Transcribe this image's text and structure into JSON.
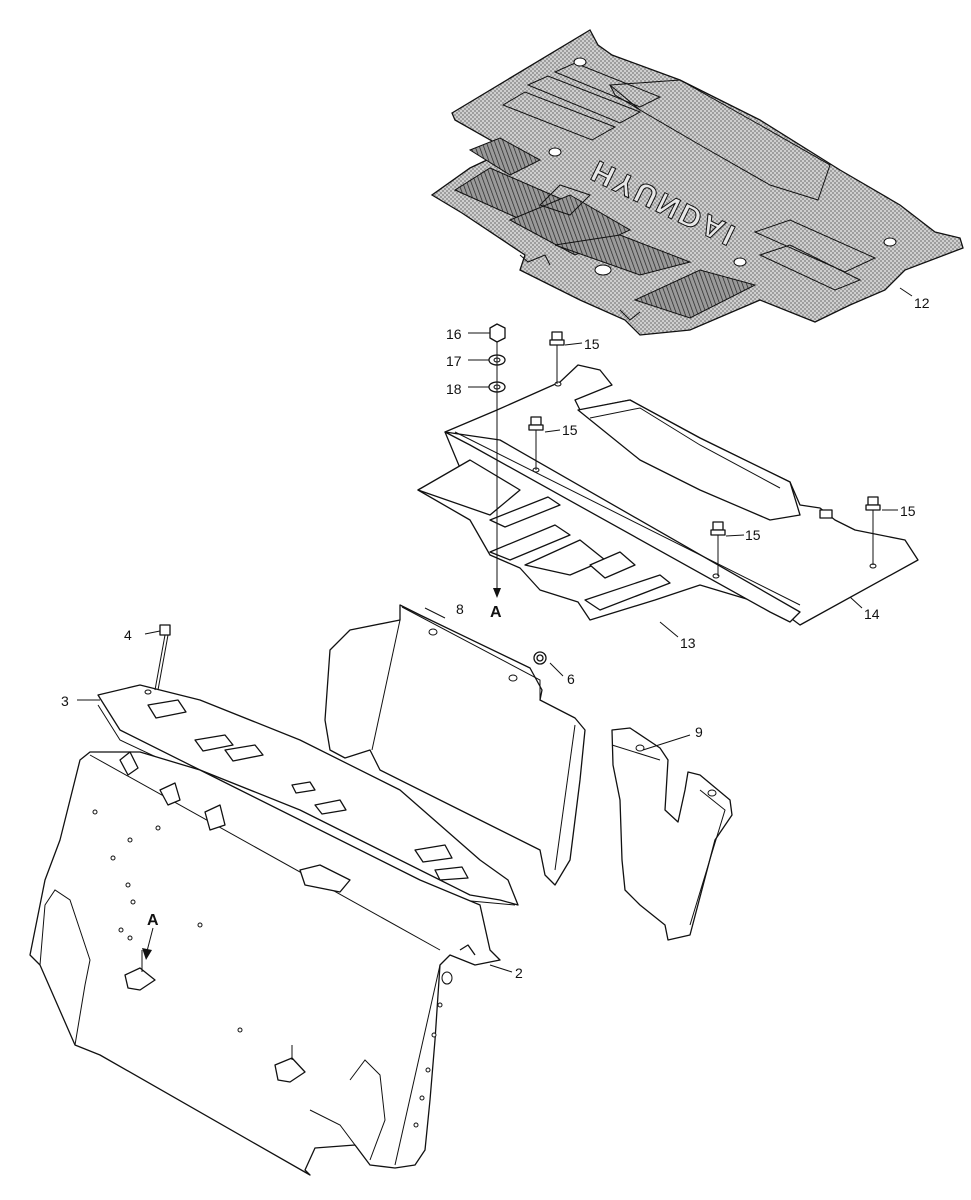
{
  "diagram": {
    "mat_lettering": "HYUNDAI",
    "callouts": [
      {
        "id": "c2",
        "text": "2"
      },
      {
        "id": "c3",
        "text": "3"
      },
      {
        "id": "c4",
        "text": "4"
      },
      {
        "id": "c6",
        "text": "6"
      },
      {
        "id": "c8",
        "text": "8"
      },
      {
        "id": "c9",
        "text": "9"
      },
      {
        "id": "c12",
        "text": "12"
      },
      {
        "id": "c13",
        "text": "13"
      },
      {
        "id": "c14",
        "text": "14"
      },
      {
        "id": "c15a",
        "text": "15"
      },
      {
        "id": "c15b",
        "text": "15"
      },
      {
        "id": "c15c",
        "text": "15"
      },
      {
        "id": "c15d",
        "text": "15"
      },
      {
        "id": "c16",
        "text": "16"
      },
      {
        "id": "c17",
        "text": "17"
      },
      {
        "id": "c18",
        "text": "18"
      }
    ],
    "view_markers": [
      {
        "id": "a_top",
        "text": "A"
      },
      {
        "id": "a_bottom",
        "text": "A"
      }
    ]
  }
}
